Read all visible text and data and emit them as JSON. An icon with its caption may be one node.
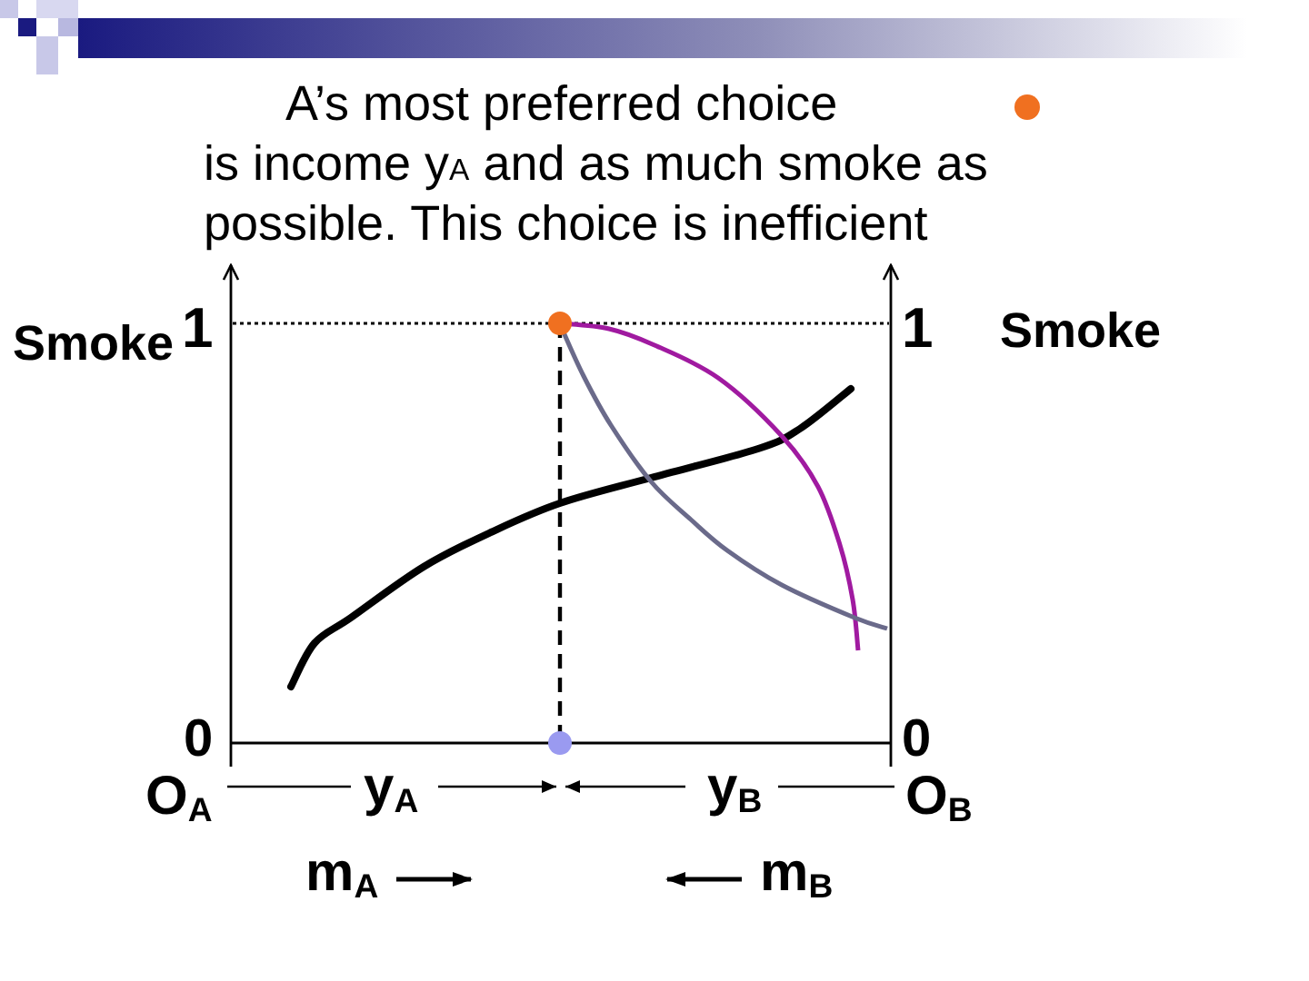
{
  "diagram": {
    "title": "A’s most preferred choice is income y$_{A}$ and as much smoke as possible. This choice is inefficient",
    "labels": [
      "Smoke",
      "1",
      "1",
      "Smoke",
      "0",
      "0",
      "O$_{A}$",
      "y$_{A}$",
      "y$_{B}$",
      "O$_{B}$",
      "m$_{A}$",
      "m$_{B}$"
    ]
  }
}
